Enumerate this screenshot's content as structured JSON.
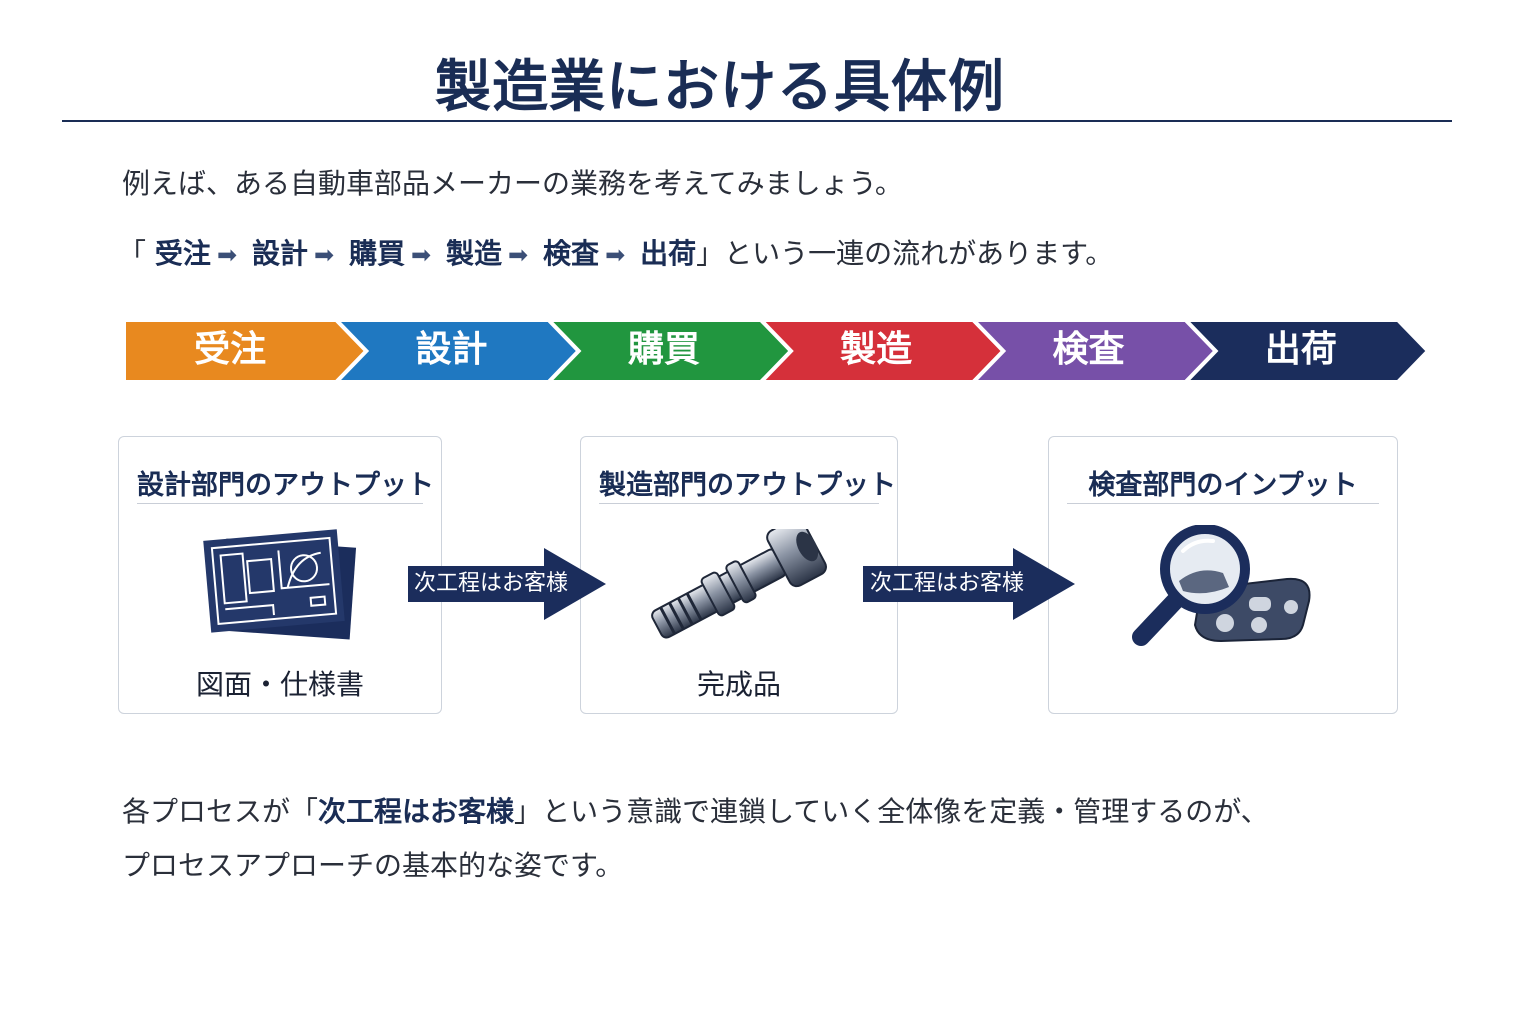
{
  "title": "製造業における具体例",
  "intro": {
    "line1": "例えば、ある自動車部品メーカーの業務を考えてみましょう。",
    "flow_open": "「",
    "flow_steps": [
      "受注",
      "設計",
      "購買",
      "製造",
      "検査",
      "出荷"
    ],
    "flow_arrow": "➡",
    "flow_close": "」",
    "flow_suffix": "という一連の流れがあります。"
  },
  "process_steps": [
    {
      "label": "受注",
      "color": "#e8891f"
    },
    {
      "label": "設計",
      "color": "#1f78c1"
    },
    {
      "label": "購買",
      "color": "#21963f"
    },
    {
      "label": "製造",
      "color": "#d5303a"
    },
    {
      "label": "検査",
      "color": "#7750a8"
    },
    {
      "label": "出荷",
      "color": "#1b2d5c"
    }
  ],
  "boxes": [
    {
      "title": "設計部門のアウトプット",
      "caption": "図面・仕様書",
      "icon": "blueprint-icon"
    },
    {
      "title": "製造部門のアウトプット",
      "caption": "完成品",
      "icon": "bolt-icon"
    },
    {
      "title": "検査部門のインプット",
      "caption": "",
      "icon": "magnifier-icon"
    }
  ],
  "connector_label": "次工程はお客様",
  "outro": {
    "line1_pre": "各プロセスが",
    "line1_quote_open": "「",
    "line1_em": "次工程はお客様",
    "line1_quote_close": "」",
    "line1_post": "という意識で連鎖していく全体像を定義・管理するのが、",
    "line2": "プロセスアプローチの基本的な姿です。"
  },
  "colors": {
    "navy": "#1a2d55",
    "box_border": "#cdd3dc"
  }
}
